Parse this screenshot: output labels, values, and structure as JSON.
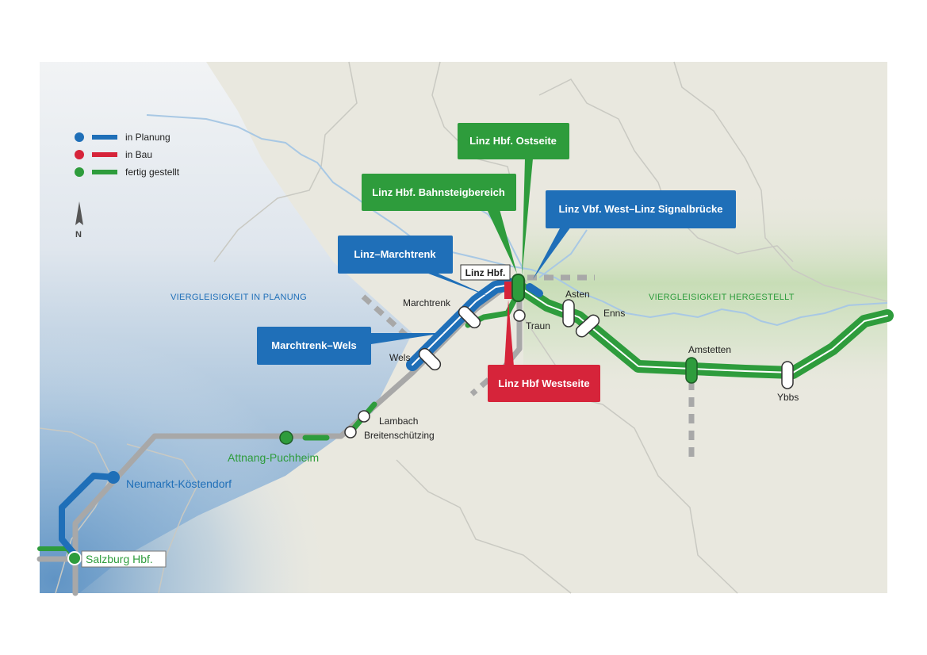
{
  "colors": {
    "planning": "#1f6fb8",
    "construction": "#d6243a",
    "finished": "#2e9c3c",
    "existing": "#a8a8a8",
    "land": "#e9e8df",
    "river": "#a8c8e4"
  },
  "legend": {
    "planning": "in Planung",
    "construction": "in Bau",
    "finished": "fertig gestellt"
  },
  "north": "N",
  "regions": {
    "west": "VIERGLEISIGKEIT IN PLANUNG",
    "east": "VIERGLEISIGKEIT HERGESTELLT"
  },
  "callouts": {
    "ostseite": "Linz Hbf. Ostseite",
    "bahnsteig": "Linz Hbf. Bahnsteigbereich",
    "signal": "Linz Vbf. West–Linz Signalbrücke",
    "marchtrenk_section": "Linz–Marchtrenk",
    "wels_section": "Marchtrenk–Wels",
    "westseite": "Linz Hbf Westseite"
  },
  "stations": {
    "linz": "Linz Hbf.",
    "marchtrenk": "Marchtrenk",
    "traun": "Traun",
    "wels": "Wels",
    "asten": "Asten",
    "enns": "Enns",
    "amstetten": "Amstetten",
    "ybbs": "Ybbs",
    "lambach": "Lambach",
    "breitenschuetzing": "Breitenschützing",
    "attnang": "Attnang-Puchheim",
    "neumarkt": "Neumarkt-Köstendorf",
    "salzburg": "Salzburg Hbf."
  }
}
